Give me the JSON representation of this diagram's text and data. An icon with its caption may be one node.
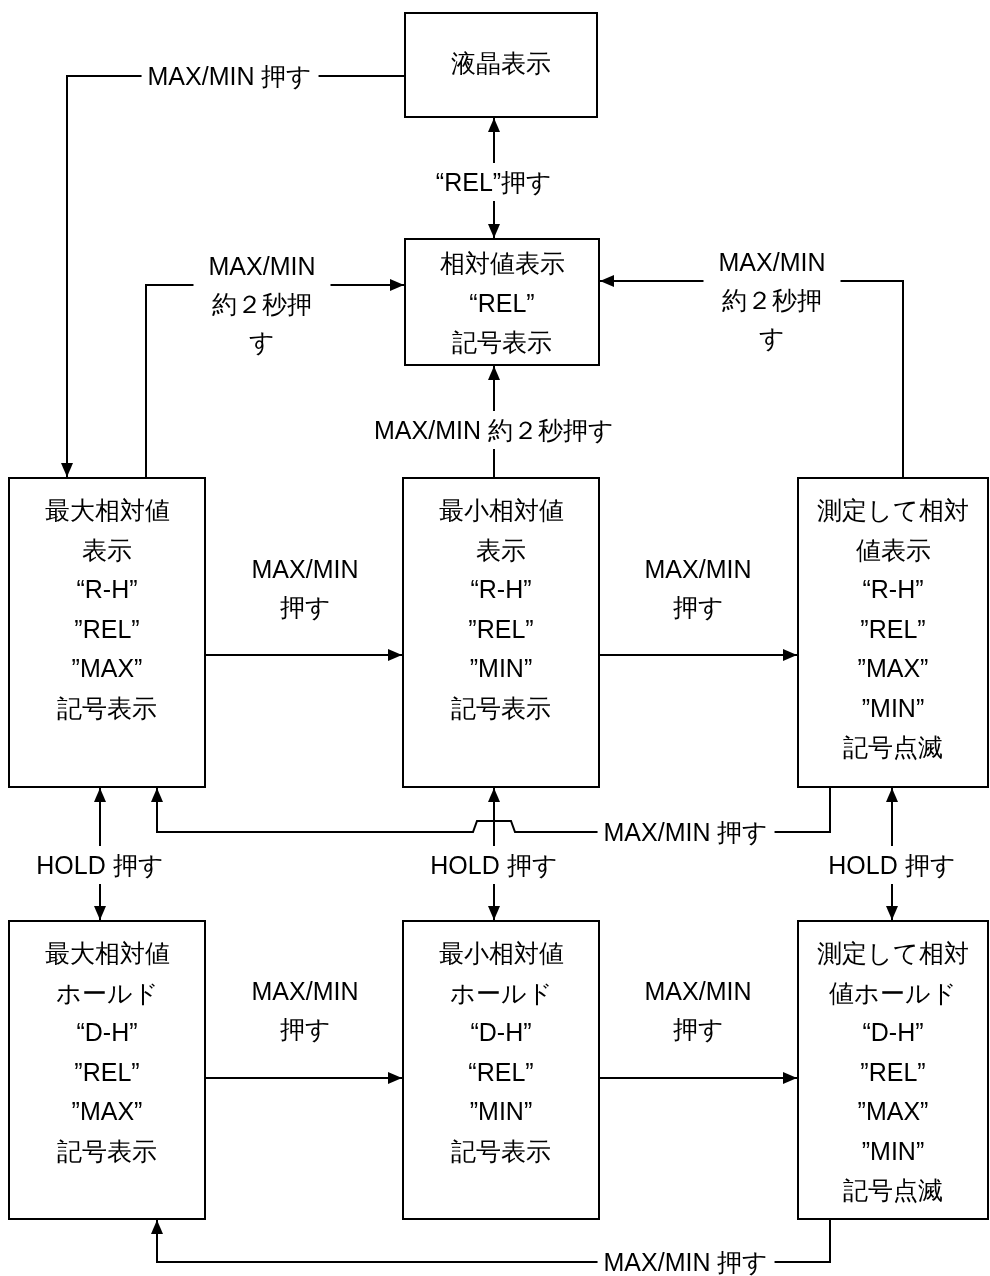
{
  "diagram": {
    "nodes": [
      {
        "text": [
          "液晶表示"
        ]
      },
      {
        "text": [
          "相対値表示",
          "“REL”",
          "記号表示"
        ]
      },
      {
        "text": [
          "最大相対値",
          "表示",
          "“R-H”",
          "”REL”",
          "”MAX”",
          "記号表示"
        ]
      },
      {
        "text": [
          "最小相対値",
          "表示",
          "“R-H”",
          "”REL”",
          "”MIN”",
          "記号表示"
        ]
      },
      {
        "text": [
          "測定して相対",
          "値表示",
          "“R-H”",
          "”REL”",
          "”MAX”",
          "”MIN”",
          "記号点滅"
        ]
      },
      {
        "text": [
          "最大相対値",
          "ホールド",
          "“D-H”",
          "”REL”",
          "”MAX”",
          "記号表示"
        ]
      },
      {
        "text": [
          "最小相対値",
          "ホールド",
          "“D-H”",
          "“REL”",
          "”MIN”",
          "記号表示"
        ]
      },
      {
        "text": [
          "測定して相対",
          "値ホールド",
          "“D-H”",
          "”REL”",
          "”MAX”",
          "”MIN”",
          "記号点滅"
        ]
      }
    ],
    "edges": [
      {
        "from": 0,
        "to": 1,
        "arrow": "both",
        "label": "“REL”押す"
      },
      {
        "from": 0,
        "to": 2,
        "arrow": "to",
        "label": "MAX/MIN 押す"
      },
      {
        "from": 2,
        "to": 1,
        "arrow": "to",
        "label": "MAX/MIN 約２秒押す"
      },
      {
        "from": 4,
        "to": 1,
        "arrow": "to",
        "label": "MAX/MIN 約２秒押す"
      },
      {
        "from": 3,
        "to": 1,
        "arrow": "to",
        "label": "MAX/MIN 約２秒押す"
      },
      {
        "from": 2,
        "to": 3,
        "arrow": "to",
        "label": "MAX/MIN 押す"
      },
      {
        "from": 3,
        "to": 4,
        "arrow": "to",
        "label": "MAX/MIN 押す"
      },
      {
        "from": 4,
        "to": 2,
        "arrow": "to",
        "label": "MAX/MIN 押す"
      },
      {
        "from": 2,
        "to": 5,
        "arrow": "both",
        "label": "HOLD 押す"
      },
      {
        "from": 3,
        "to": 6,
        "arrow": "both",
        "label": "HOLD 押す"
      },
      {
        "from": 4,
        "to": 7,
        "arrow": "both",
        "label": "HOLD 押す"
      },
      {
        "from": 5,
        "to": 6,
        "arrow": "to",
        "label": "MAX/MIN 押す"
      },
      {
        "from": 6,
        "to": 7,
        "arrow": "to",
        "label": "MAX/MIN 押す"
      },
      {
        "from": 7,
        "to": 5,
        "arrow": "to",
        "label": "MAX/MIN 押す"
      }
    ]
  }
}
